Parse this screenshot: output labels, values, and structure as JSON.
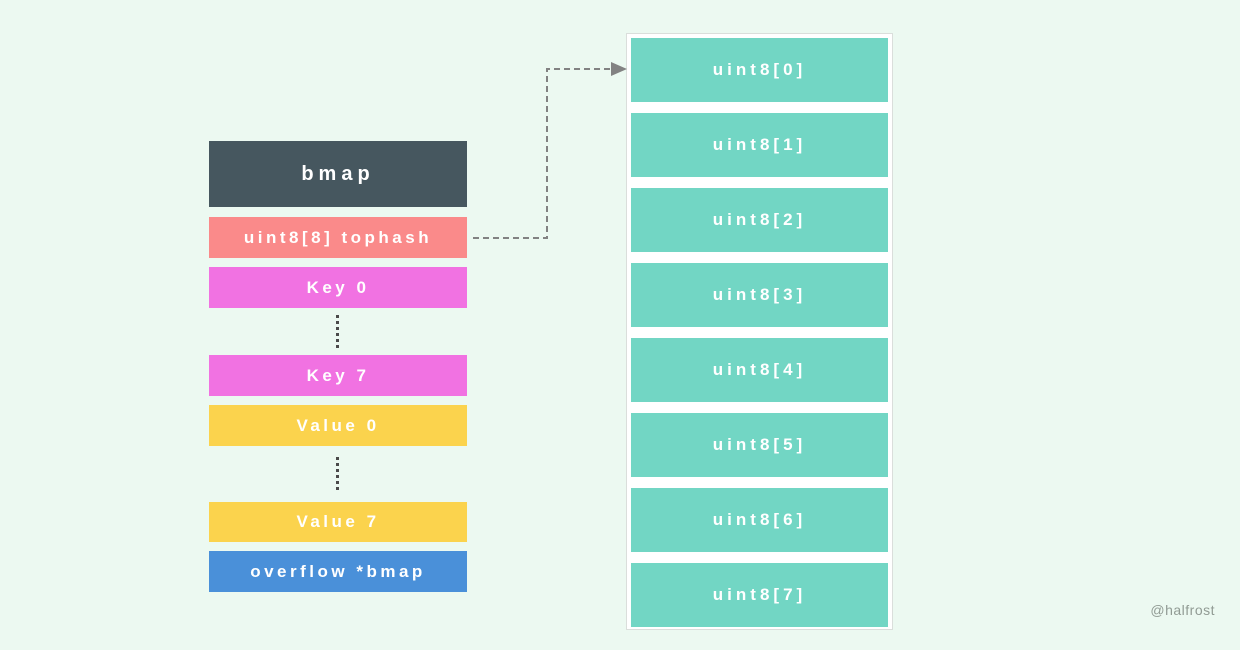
{
  "background": "#ECF9F1",
  "watermark": {
    "text": "@halfrost",
    "color": "#919B94"
  },
  "left_column": {
    "text_color": "#FFFFFF",
    "separator_dot_color": "#4A4A4A",
    "boxes": [
      {
        "label": "bmap",
        "color": "#46575F"
      },
      {
        "label": "uint8[8] tophash",
        "color": "#FA8A8A"
      },
      {
        "label": "Key 0",
        "color": "#F172E2"
      },
      {
        "label": "Key 7",
        "color": "#F172E2"
      },
      {
        "label": "Value 0",
        "color": "#FBD34D"
      },
      {
        "label": "Value 7",
        "color": "#FBD34D"
      },
      {
        "label": "overflow *bmap",
        "color": "#4A90D9"
      }
    ]
  },
  "right_column": {
    "container_fill": "#FFFFFF",
    "container_border_color": "#DADEDB",
    "cell_color": "#72D6C4",
    "text_color": "#FFFFFF",
    "cells": [
      "uint8[0]",
      "uint8[1]",
      "uint8[2]",
      "uint8[3]",
      "uint8[4]",
      "uint8[5]",
      "uint8[6]",
      "uint8[7]"
    ]
  },
  "arrow": {
    "color": "#828282",
    "from": "uint8[8] tophash",
    "to": "uint8[0]"
  }
}
